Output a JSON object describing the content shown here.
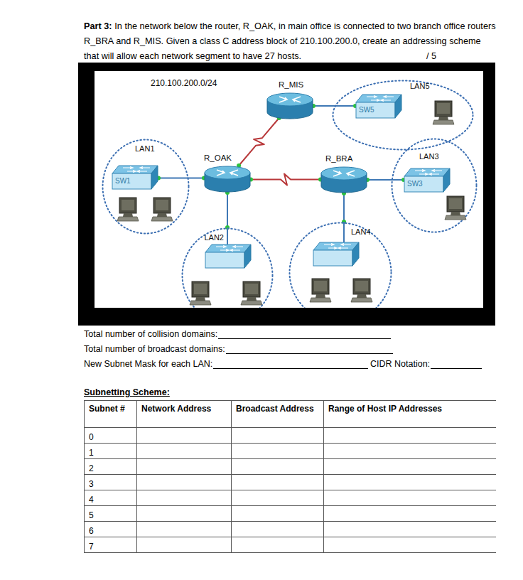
{
  "diagram": {
    "title": "Part 3:",
    "nodes": [
      {
        "text": [
          "LAN1"
        ]
      },
      {
        "text": [
          "SW1"
        ],
        "in": 0
      },
      {
        "text": [
          "R_OAK"
        ]
      },
      {
        "text": [
          "R_MIS"
        ]
      },
      {
        "text": [
          "LAN5"
        ]
      },
      {
        "text": [
          "SW5"
        ],
        "in": 4
      },
      {
        "text": [
          "R_BRA"
        ]
      },
      {
        "text": [
          "LAN3"
        ]
      },
      {
        "text": [
          "SW3"
        ],
        "in": 7
      },
      {
        "text": [
          "LAN2"
        ]
      },
      {
        "text": [
          "LAN4"
        ]
      }
    ],
    "edges": [
      {
        "from": 2,
        "to": 1,
        "arrow": "none"
      },
      {
        "from": 2,
        "to": 3,
        "arrow": "none"
      },
      {
        "from": 2,
        "to": 6,
        "arrow": "none"
      },
      {
        "from": 3,
        "to": 5,
        "arrow": "none"
      },
      {
        "from": 6,
        "to": 8,
        "arrow": "none"
      },
      {
        "from": 2,
        "to": 9,
        "arrow": "none"
      },
      {
        "from": 6,
        "to": 10,
        "arrow": "none"
      }
    ],
    "labels": [
      "210.100.200.0/24",
      "/ 5",
      "Total number of collision domains:",
      "Total number of broadcast domains:",
      "New Subnet Mask for each LAN:",
      "CIDR Notation:",
      "Subnetting Scheme:",
      "Subnet #",
      "Network Address",
      "Broadcast Address",
      "Range of Host IP Addresses",
      "0",
      "1",
      "2",
      "3",
      "4",
      "5",
      "6",
      "7",
      "In the network below the router, R_OAK, in main office is connected to two branch office routers R_BRA and R_MIS. Given a class C address block of 210.100.200.0, create an addressing scheme that will allow each network segment to have 27 hosts."
    ]
  }
}
